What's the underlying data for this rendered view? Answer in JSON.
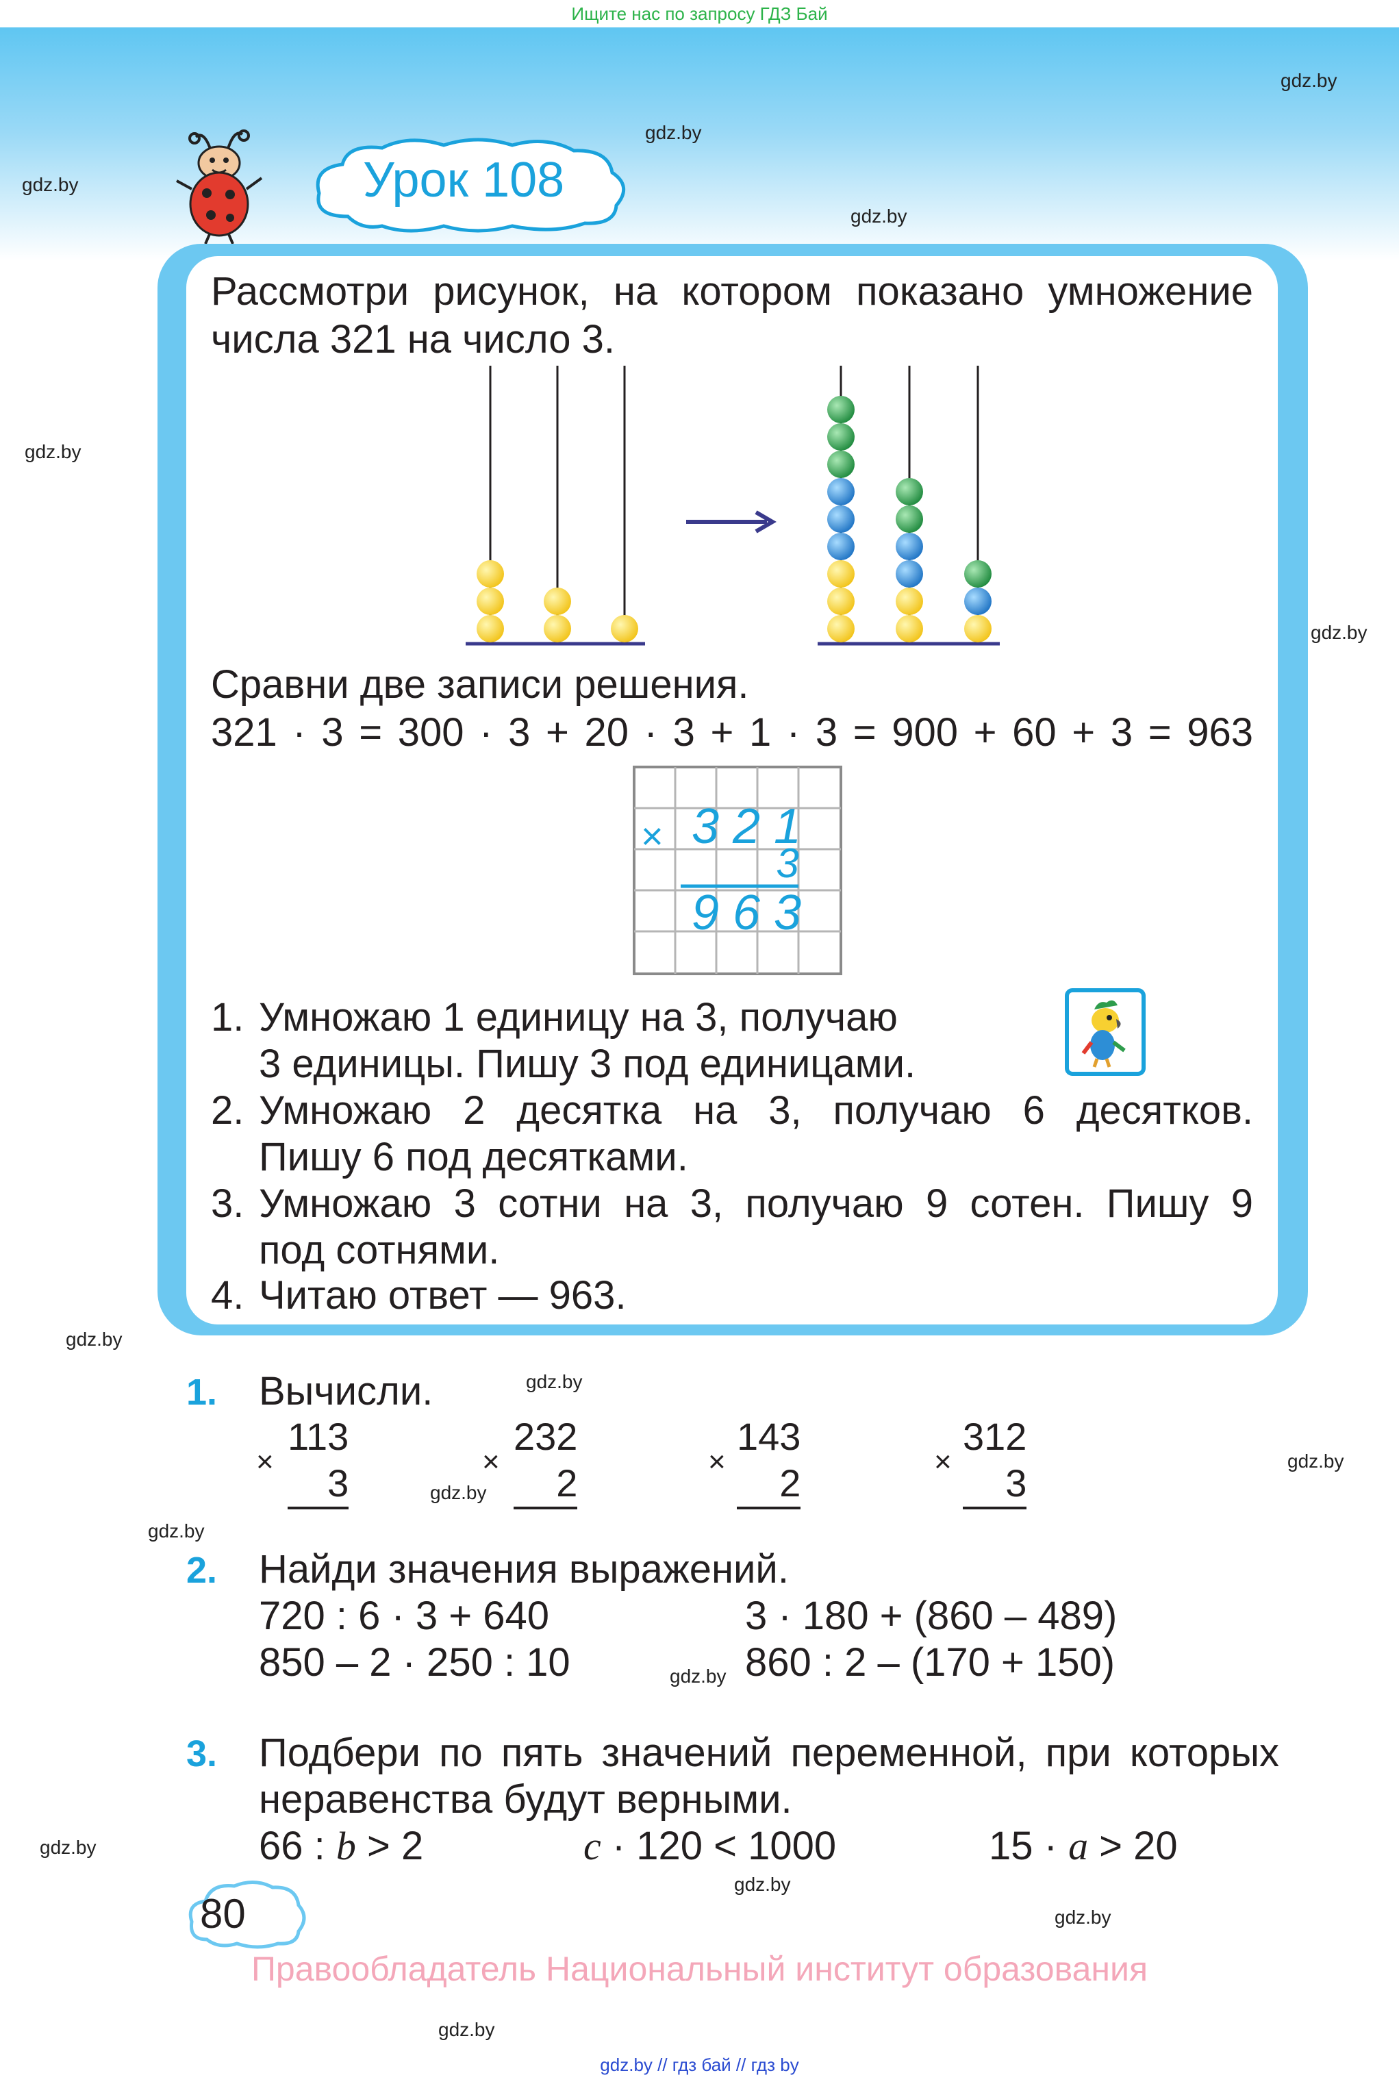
{
  "top_banner": "Ищите нас по запросу ГДЗ Бай",
  "watermark": "gdz.by",
  "lesson_title": "Урок 108",
  "intro": {
    "line1": "Рассмотри рисунок, на котором показано умножение",
    "line2": "числа 321 на число 3."
  },
  "compare_title": "Сравни две записи решения.",
  "equation": "321 · 3 = 300 · 3 + 20 · 3 + 1 · 3 = 900 + 60 + 3 = 963",
  "column_mult": {
    "sign": "×",
    "top": [
      "3",
      "2",
      "1"
    ],
    "multiplier": "3",
    "result": [
      "9",
      "6",
      "3"
    ]
  },
  "steps": [
    {
      "num": "1.",
      "line1": "Умножаю 1 единицу на 3, получаю",
      "line2": "3 единицы. Пишу 3 под единицами."
    },
    {
      "num": "2.",
      "line1": "Умножаю 2 десятка на 3, получаю 6 десятков.",
      "line2": "Пишу 6 под десятками."
    },
    {
      "num": "3.",
      "line1": "Умножаю 3 сотни на 3, получаю 9 сотен. Пишу 9",
      "line2": "под сотнями."
    },
    {
      "num": "4.",
      "line1": "Читаю ответ — 963."
    }
  ],
  "task1": {
    "num": "1.",
    "title": "Вычисли.",
    "sign": "×",
    "items": [
      {
        "top": "113",
        "bottom": "3"
      },
      {
        "top": "232",
        "bottom": "2"
      },
      {
        "top": "143",
        "bottom": "2"
      },
      {
        "top": "312",
        "bottom": "3"
      }
    ]
  },
  "task2": {
    "num": "2.",
    "title": "Найди значения выражений.",
    "expr": [
      "720 : 6 · 3 + 640",
      "3 · 180 + (860 – 489)",
      "850 – 2 · 250 : 10",
      "860 : 2 – (170 + 150)"
    ]
  },
  "task3": {
    "num": "3.",
    "line1": "Подбери по пять значений переменной, при которых",
    "line2": "неравенства будут верными.",
    "ineq": [
      {
        "a": "66 : ",
        "var": "b",
        "b": " > 2"
      },
      {
        "var": "c",
        "b": " · 120 < 1000"
      },
      {
        "a": "15 · ",
        "var": "a",
        "b": " > 20"
      }
    ]
  },
  "page_number": "80",
  "copyright": "Правообладатель Национальный институт образования",
  "footer_links": "gdz.by  //  гдз бай  //  гдз by",
  "colors": {
    "accent_blue": "#1aa2dc",
    "frame_blue": "#6cc8f1",
    "bead_yellow": "#f7d031",
    "bead_blue": "#2d8ed6",
    "bead_green": "#2e9c4c",
    "copyright_pink": "#f4a7b9"
  }
}
